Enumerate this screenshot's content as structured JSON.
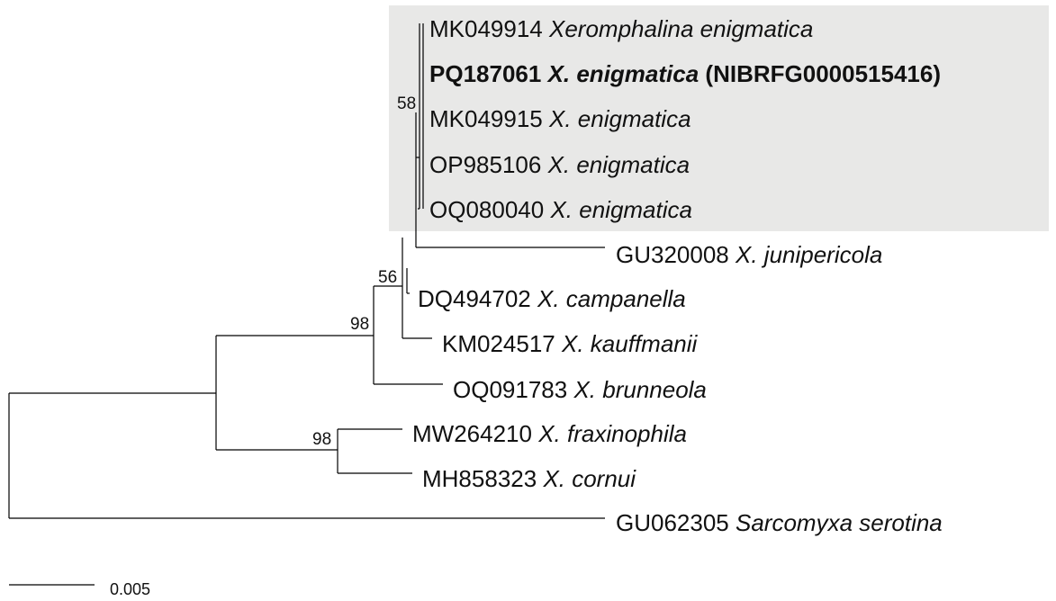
{
  "highlight_color": "#e8e8e7",
  "leaves": [
    {
      "accession": "MK049914",
      "species": "Xeromphalina enigmatica",
      "suffix": "",
      "bold": false
    },
    {
      "accession": "PQ187061",
      "species": "X. enigmatica",
      "suffix": "(NIBRFG0000515416)",
      "bold": true
    },
    {
      "accession": "MK049915",
      "species": "X. enigmatica",
      "suffix": "",
      "bold": false
    },
    {
      "accession": "OP985106",
      "species": "X. enigmatica",
      "suffix": "",
      "bold": false
    },
    {
      "accession": "OQ080040",
      "species": "X. enigmatica",
      "suffix": "",
      "bold": false
    },
    {
      "accession": "GU320008",
      "species": "X. junipericola",
      "suffix": "",
      "bold": false
    },
    {
      "accession": "DQ494702",
      "species": "X. campanella",
      "suffix": "",
      "bold": false
    },
    {
      "accession": "KM024517",
      "species": "X. kauffmanii",
      "suffix": "",
      "bold": false
    },
    {
      "accession": "OQ091783",
      "species": "X. brunneola",
      "suffix": "",
      "bold": false
    },
    {
      "accession": "MW264210",
      "species": "X. fraxinophila",
      "suffix": "",
      "bold": false
    },
    {
      "accession": "MH858323",
      "species": "X. cornui",
      "suffix": "",
      "bold": false
    },
    {
      "accession": "GU062305",
      "species": "Sarcomyxa serotina",
      "suffix": "",
      "bold": false
    }
  ],
  "bootstrap": [
    "58",
    "56",
    "98",
    "98"
  ],
  "scale_bar": {
    "label": "0.005"
  }
}
